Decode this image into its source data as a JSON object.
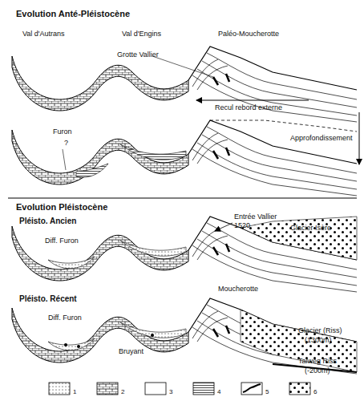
{
  "diagram": {
    "labels": [
      "Evolution  Anté-Pléistocène",
      "Val d'Autrans",
      "Val d'Engins",
      "Paléo-Moucherotte",
      "Grotte Vallier",
      "Recul rebord externe",
      "Furon",
      "?",
      "Approfondissement",
      "Evolution  Pléistocène",
      "Pléisto. Ancien",
      "Entrée Vallier",
      "1520",
      "Glacier Isère",
      "Diff. Furon",
      "Pléisto. Récent",
      "Moucherotte",
      "Diff. Furon",
      "Glacier (Riss)",
      "(1300m)",
      "Bruyant",
      "Talweg Riss",
      "(-200m)"
    ],
    "legend": [
      {
        "text": "1"
      },
      {
        "text": "2"
      },
      {
        "text": "3"
      },
      {
        "text": "4"
      },
      {
        "text": "5"
      },
      {
        "text": "6"
      }
    ]
  }
}
